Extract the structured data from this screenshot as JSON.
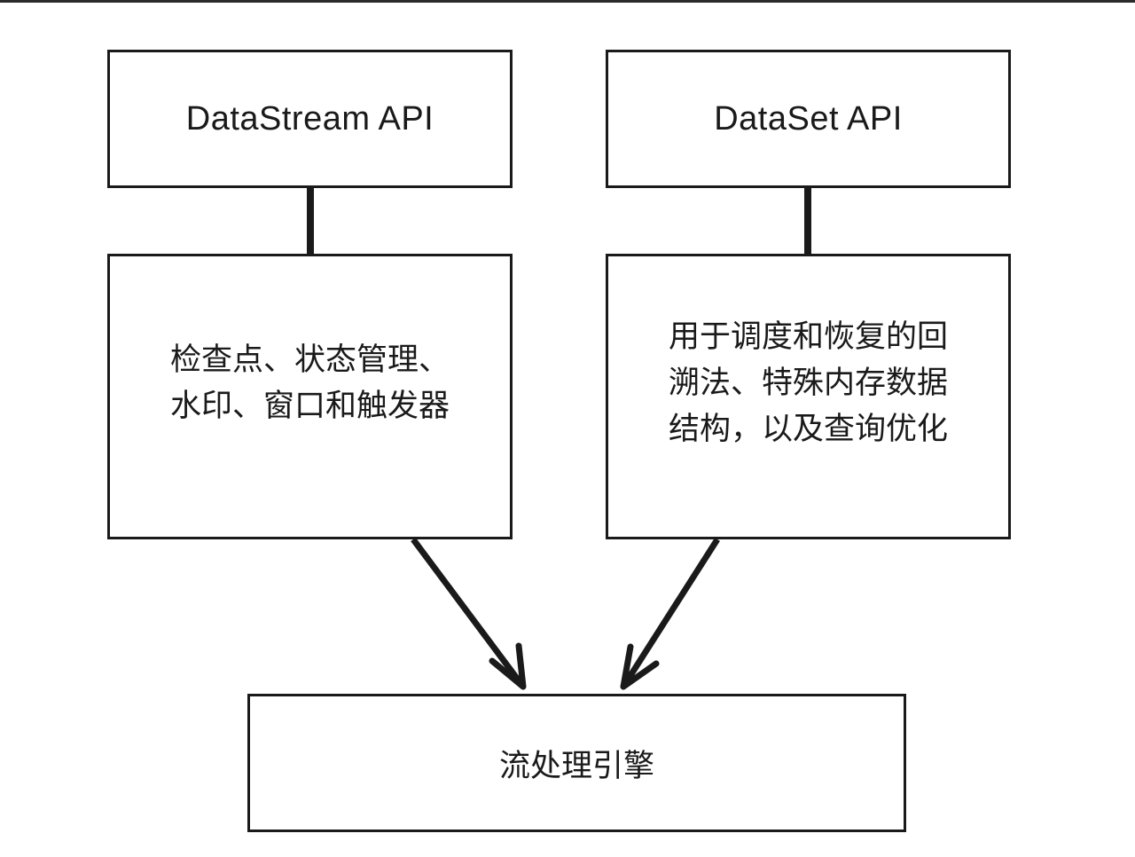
{
  "diagram": {
    "left_column": {
      "api_title": "DataStream API",
      "features": "检查点、状态管理、\n水印、窗口和触发器"
    },
    "right_column": {
      "api_title": "DataSet API",
      "features": "用于调度和恢复的回\n溯法、特殊内存数据\n结构，以及查询优化"
    },
    "bottom": {
      "engine_title": "流处理引擎"
    }
  }
}
